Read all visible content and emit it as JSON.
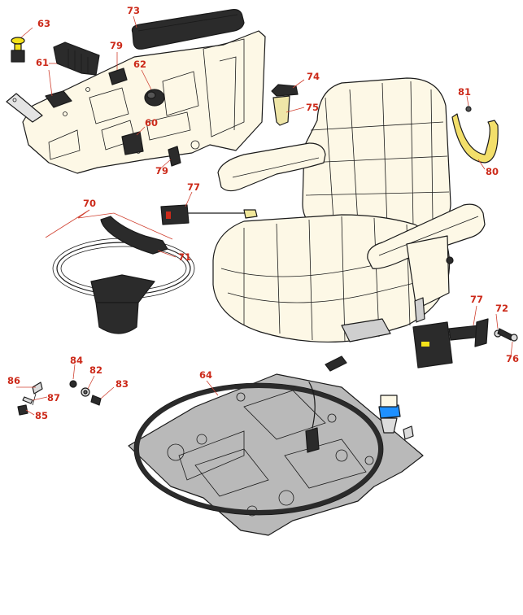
{
  "diagram": {
    "callout_color": "#cc2a1a",
    "cream_color": "#fdf8e6",
    "dark_part_color": "#2b2b2b",
    "plate_color": "#b9b9b9",
    "highlight_color": "#1e90ff",
    "callouts": {
      "c63": "63",
      "c73": "73",
      "c79a": "79",
      "c62": "62",
      "c61": "61",
      "c60": "60",
      "c79b": "79",
      "c74": "74",
      "c75": "75",
      "c81": "81",
      "c80": "80",
      "c77a": "77",
      "c70": "70",
      "c71": "71",
      "c77b": "77",
      "c72": "72",
      "c76": "76",
      "c84": "84",
      "c82": "82",
      "c83": "83",
      "c86": "86",
      "c87": "87",
      "c85": "85",
      "c64": "64"
    }
  }
}
